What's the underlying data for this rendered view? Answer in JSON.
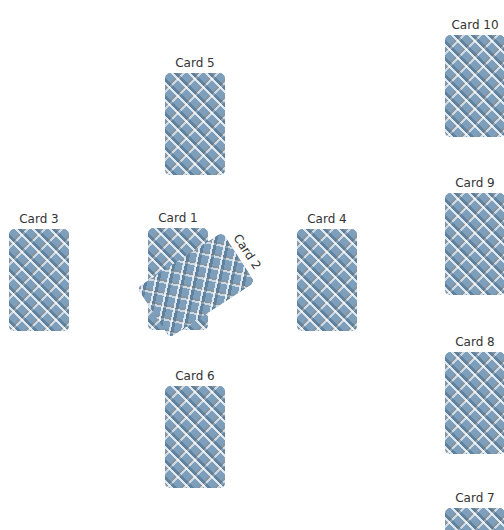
{
  "diagram": {
    "nodes": [
      {
        "text": [
          "Card 10"
        ]
      },
      {
        "text": [
          "Card 5"
        ]
      },
      {
        "text": [
          "Card 9"
        ]
      },
      {
        "text": [
          "Card 3"
        ]
      },
      {
        "text": [
          "Card 1"
        ]
      },
      {
        "text": [
          "Card 2"
        ]
      },
      {
        "text": [
          "Card 4"
        ]
      },
      {
        "text": [
          "Card 8"
        ]
      },
      {
        "text": [
          "Card 6"
        ]
      },
      {
        "text": [
          "Card 7"
        ]
      }
    ]
  }
}
